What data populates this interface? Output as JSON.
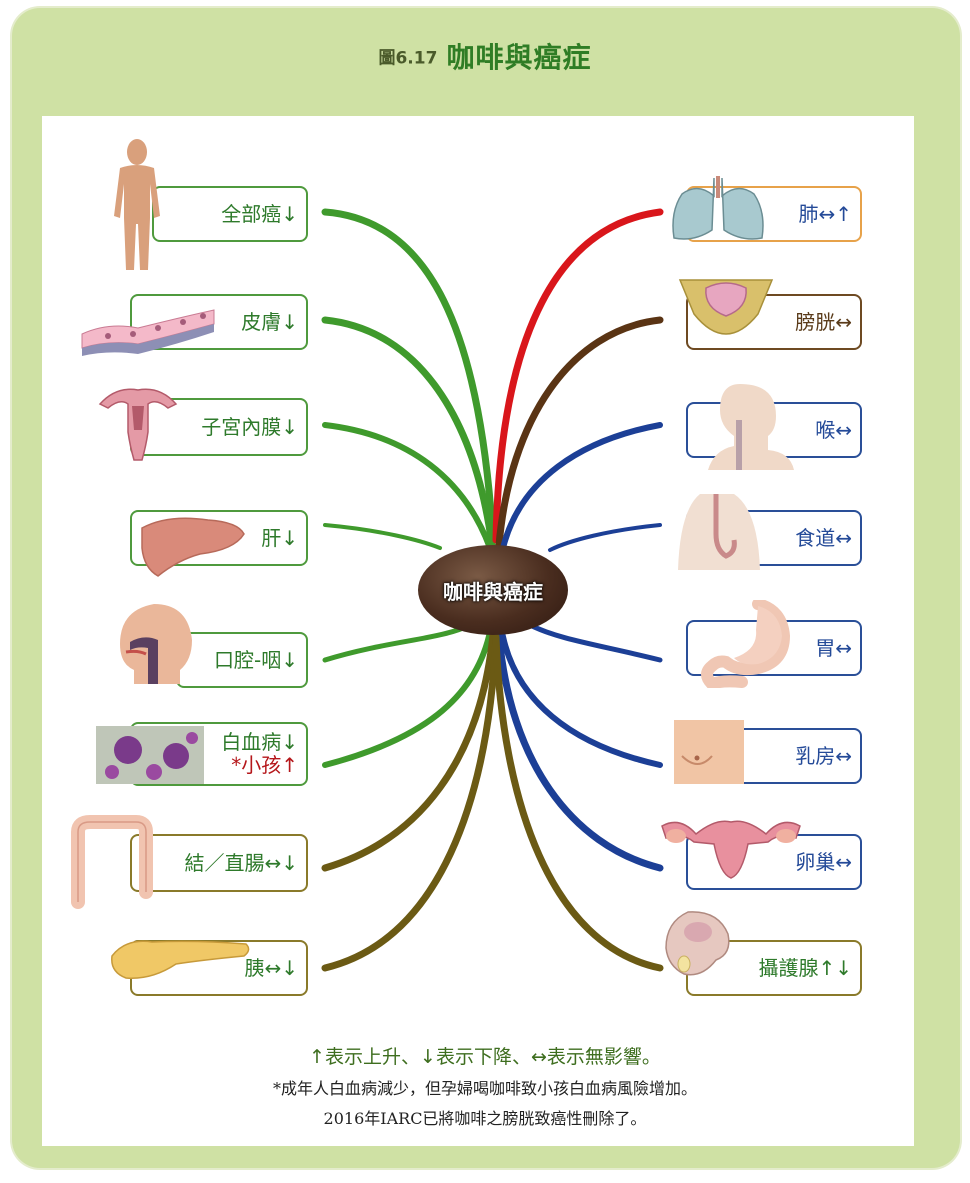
{
  "title": {
    "prefix": "圖6.17",
    "main": "咖啡與癌症"
  },
  "center_label": "咖啡與癌症",
  "left_items": [
    {
      "label": "全部癌↓",
      "icon": "human-body-icon"
    },
    {
      "label": "皮膚↓",
      "icon": "skin-tissue-icon"
    },
    {
      "label": "子宮內膜↓",
      "icon": "uterus-icon"
    },
    {
      "label": "肝↓",
      "icon": "liver-icon"
    },
    {
      "label": "口腔-咽↓",
      "icon": "head-throat-icon"
    },
    {
      "label": "白血病↓",
      "label2": "*小孩↑",
      "icon": "blood-cells-icon"
    },
    {
      "label": "結／直腸↔↓",
      "icon": "colon-icon"
    },
    {
      "label": "胰↔↓",
      "icon": "pancreas-icon"
    }
  ],
  "right_items": [
    {
      "label": "肺↔↑",
      "icon": "lungs-icon"
    },
    {
      "label": "膀胱↔",
      "icon": "bladder-icon"
    },
    {
      "label": "喉↔",
      "icon": "larynx-icon"
    },
    {
      "label": "食道↔",
      "icon": "esophagus-icon"
    },
    {
      "label": "胃↔",
      "icon": "stomach-icon"
    },
    {
      "label": "乳房↔",
      "icon": "breast-icon"
    },
    {
      "label": "卵巢↔",
      "icon": "ovary-icon"
    },
    {
      "label": "攝護腺↑↓",
      "icon": "prostate-icon"
    }
  ],
  "notes": {
    "legend": "↑表示上升、↓表示下降、↔表示無影響。",
    "footnote": "*成年人白血病減少，但孕婦喝咖啡致小孩白血病風險增加。",
    "update": "2016年IARC已將咖啡之膀胱致癌性刪除了。"
  },
  "colors": {
    "green": "#3f9a2c",
    "red": "#d9161b",
    "brown": "#5a3414",
    "blue": "#1c3f96",
    "olive": "#6b5a14",
    "frame": "#cfe1a4"
  }
}
